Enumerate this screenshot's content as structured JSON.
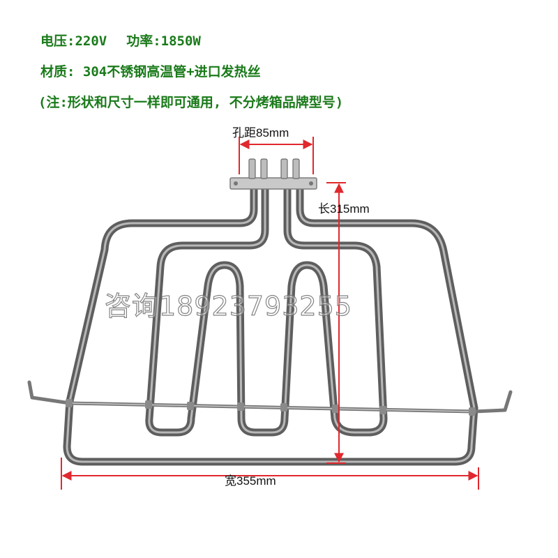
{
  "specs": {
    "voltage": "电压:220V",
    "power": "功率:1850W",
    "material": "材质: 304不锈钢高温管+进口发热丝",
    "note": "(注:形状和尺寸一样即可通用, 不分烤箱品牌型号)"
  },
  "dimensions": {
    "hole_spacing": "孔距85mm",
    "length": "长315mm",
    "width": "宽355mm"
  },
  "watermark": "咨询18923793255",
  "colors": {
    "spec_text": "#1a7a1a",
    "dimension_line": "#e0282e",
    "tube": "#6f6f6f"
  }
}
